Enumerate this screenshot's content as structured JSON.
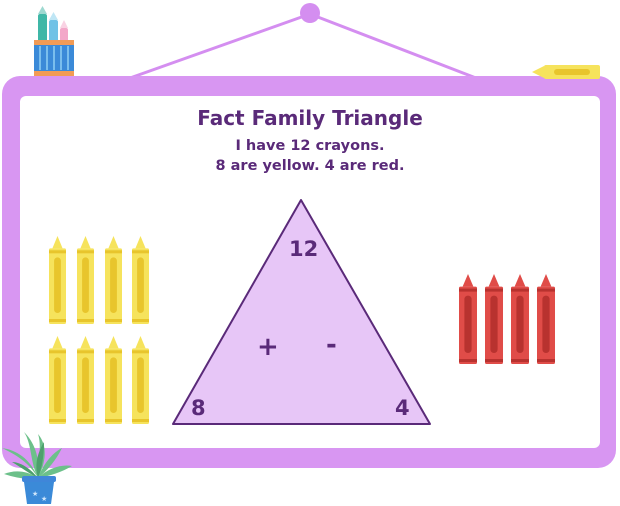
{
  "title": "Fact Family Triangle",
  "story": {
    "line1": "I have 12 crayons.",
    "line2": "8 are yellow.  4 are red."
  },
  "triangle": {
    "top": "12",
    "bottom_left": "8",
    "bottom_right": "4",
    "op_plus": "+",
    "op_minus": "-"
  },
  "crayons": {
    "yellow_count": 8,
    "red_count": 4,
    "yellow_color": "#f6e35c",
    "red_color": "#e04c48"
  },
  "colors": {
    "board_frame": "#d896f2",
    "triangle_fill": "#e7c6f7",
    "text": "#5a2a79"
  },
  "decor": [
    "pencil-cup-icon",
    "crayon-icon",
    "potted-plant-icon",
    "hanging-pin-icon"
  ]
}
